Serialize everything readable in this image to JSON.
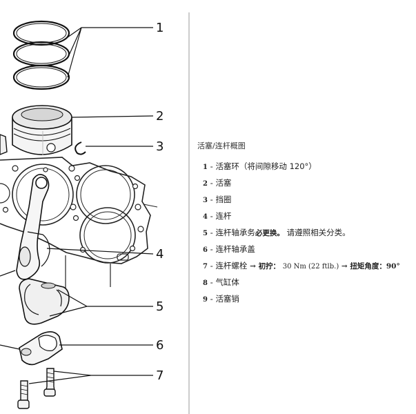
{
  "legend": {
    "title": "活塞/连杆概图",
    "items": [
      {
        "num": "1",
        "sep": "-",
        "text": "活塞环（将间隙移动 120°）"
      },
      {
        "num": "2",
        "sep": "-",
        "text": "活塞"
      },
      {
        "num": "3",
        "sep": "-",
        "text": "挡圈"
      },
      {
        "num": "4",
        "sep": "-",
        "text": "连杆"
      },
      {
        "num": "5",
        "sep": "-",
        "text": "连杆轴承务",
        "strong": "必更换。",
        "tail": "请遵照相关分类。"
      },
      {
        "num": "6",
        "sep": "-",
        "text": "连杆轴承盖"
      },
      {
        "num": "7",
        "sep": "-",
        "text": "连杆螺栓",
        "arrow1": "→",
        "strong": "初拧：",
        "torque": "30  Nm (22  ftlb.)",
        "arrow2": "→",
        "strong2": "扭矩角度：90°"
      },
      {
        "num": "8",
        "sep": "-",
        "text": "气缸体"
      },
      {
        "num": "9",
        "sep": "-",
        "text": "活塞销"
      }
    ]
  },
  "callouts": [
    "1",
    "2",
    "3",
    "4",
    "5",
    "6",
    "7"
  ]
}
